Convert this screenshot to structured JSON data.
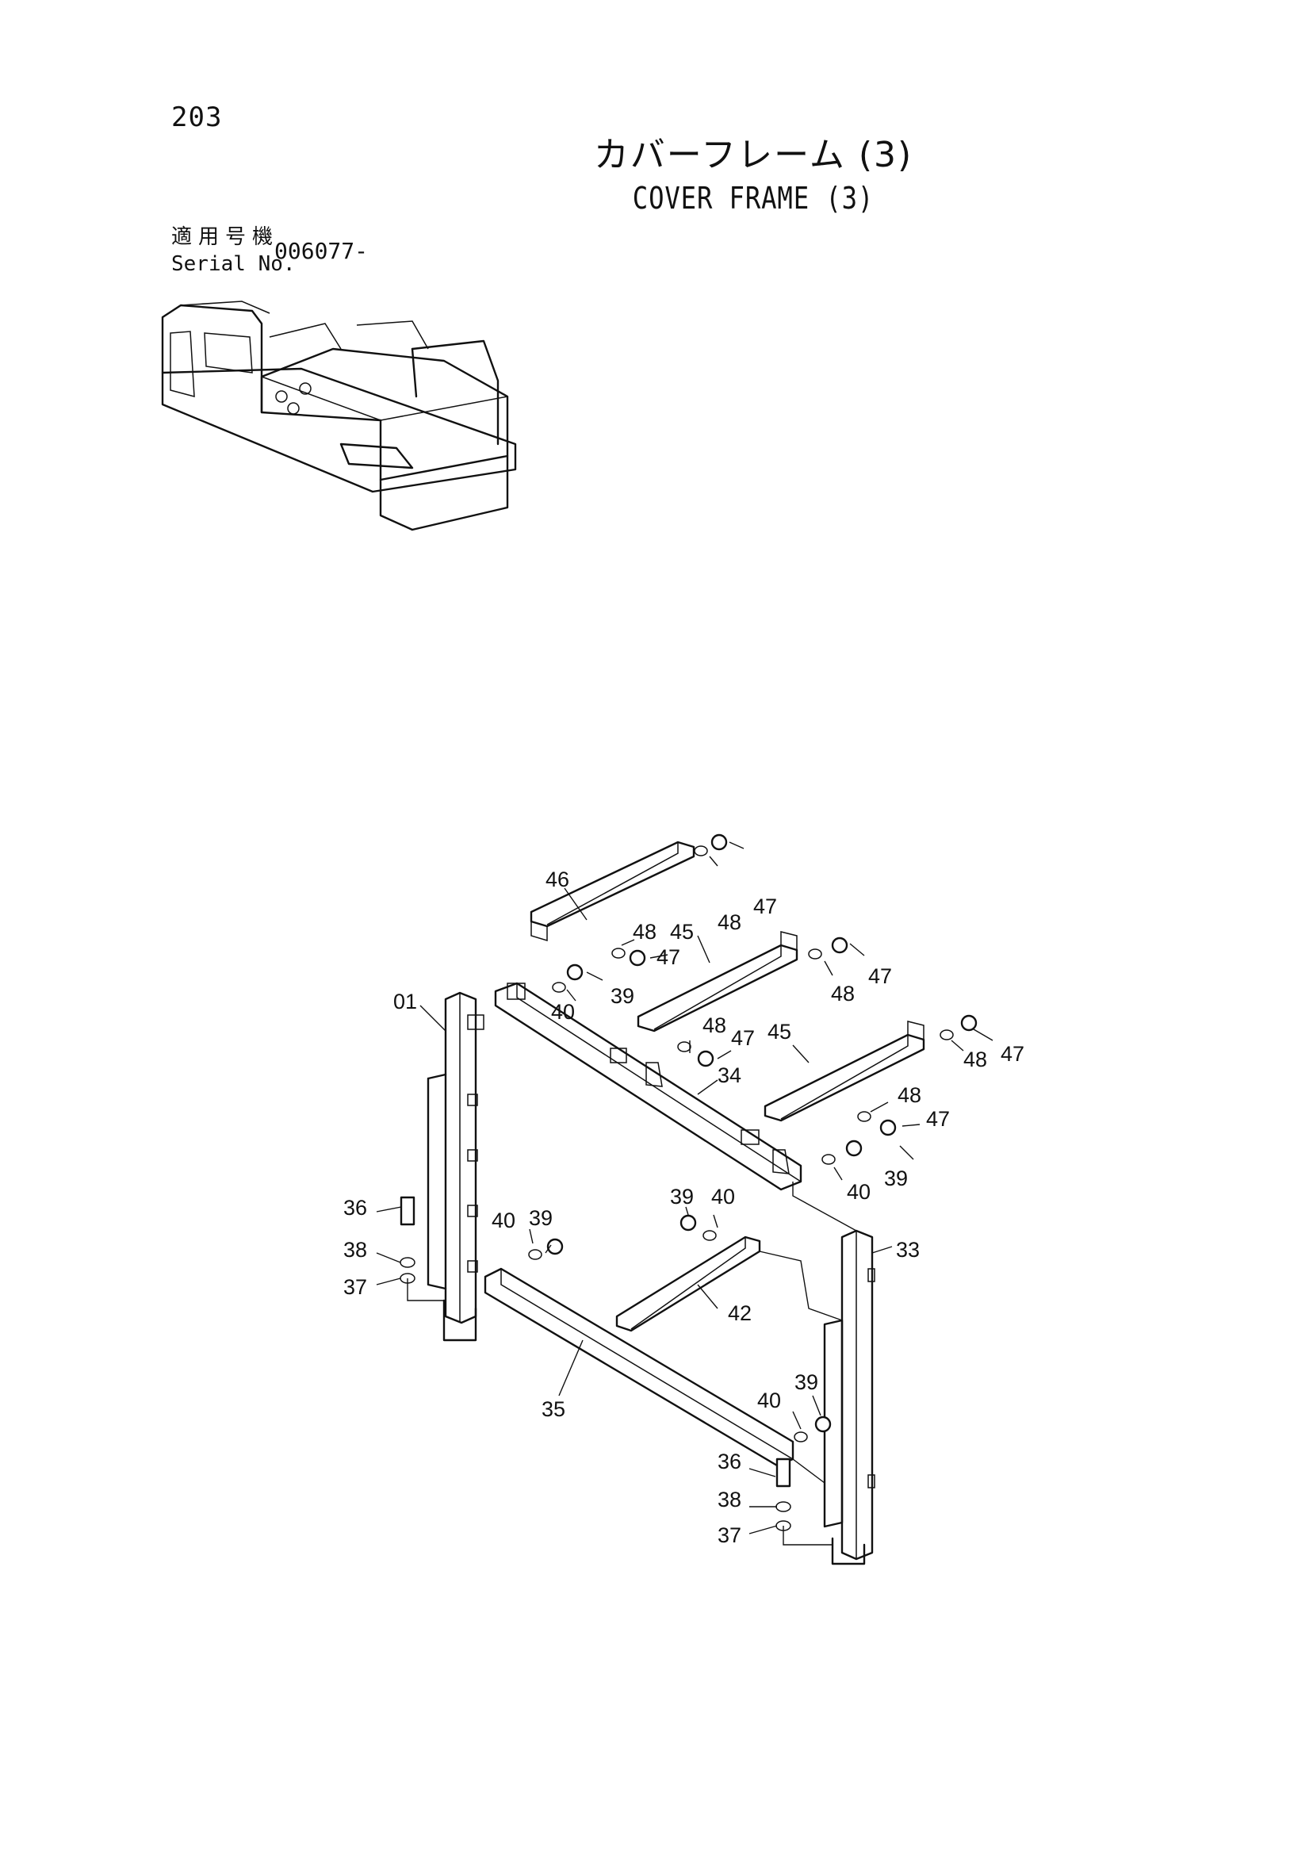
{
  "page_number": "203",
  "title_jp": "カバーフレーム (3)",
  "title_en": "COVER FRAME (3)",
  "serial": {
    "label_jp": "適用号機",
    "label_en": "Serial No.",
    "value": "006077-"
  },
  "callouts": [
    "46",
    "47",
    "48",
    "48",
    "45",
    "47",
    "01",
    "40",
    "39",
    "47",
    "48",
    "48",
    "47",
    "45",
    "34",
    "48",
    "47",
    "48",
    "47",
    "39",
    "40",
    "39",
    "40",
    "39",
    "40",
    "33",
    "36",
    "38",
    "37",
    "42",
    "35",
    "40",
    "39",
    "36",
    "38",
    "37"
  ]
}
